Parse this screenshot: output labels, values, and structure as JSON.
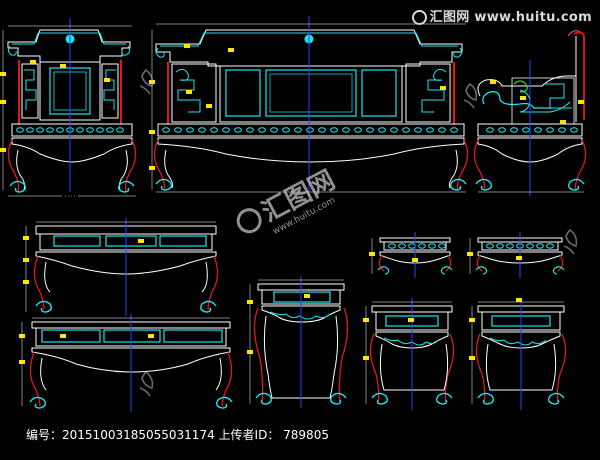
{
  "watermark": {
    "site_name": "汇图网",
    "site_url": "www.huitu.com"
  },
  "center_stamp": {
    "brand": "汇图网",
    "url": "www.huitu.com"
  },
  "footer": {
    "id_label": "编号：",
    "id_value": "20151003185055031174",
    "uploader_label": "上传者ID：",
    "uploader_value": "789805"
  },
  "colors": {
    "background": "#000000",
    "cyan_linework": "#19e6f0",
    "white_linework": "#ffffff",
    "red_linework": "#e01818",
    "blue_centerline": "#2d43ff",
    "yellow_dimension": "#ffe600",
    "magenta_linework": "#ff40ff",
    "green_linework": "#30e030"
  },
  "icons": [
    "logo-mark-icon",
    "leaf-watermark-icon"
  ]
}
